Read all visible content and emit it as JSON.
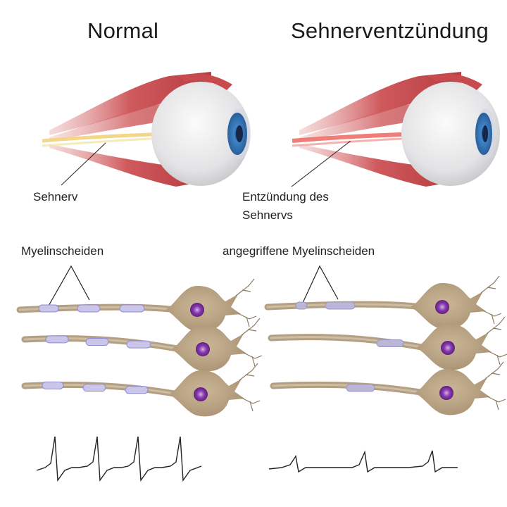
{
  "titles": {
    "left": "Normal",
    "right": "Sehnerventzündung"
  },
  "labels": {
    "optic_nerve": "Sehnerv",
    "inflammation_line1": "Entzündung des",
    "inflammation_line2": "Sehnervs",
    "myelin": "Myelinscheiden",
    "damaged_myelin": "angegriffene Myelinscheiden"
  },
  "colors": {
    "muscle": "#c64a4e",
    "eyeball": "#e9e9ea",
    "iris": "#3b7cc0",
    "healthy_nerve": "#f2d27a",
    "inflamed_nerve": "#ef6f6a",
    "neuron_body": "#bba78a",
    "nucleus": "#7b2c9a",
    "myelin": "#c9c6ea",
    "signal": "#222222"
  }
}
